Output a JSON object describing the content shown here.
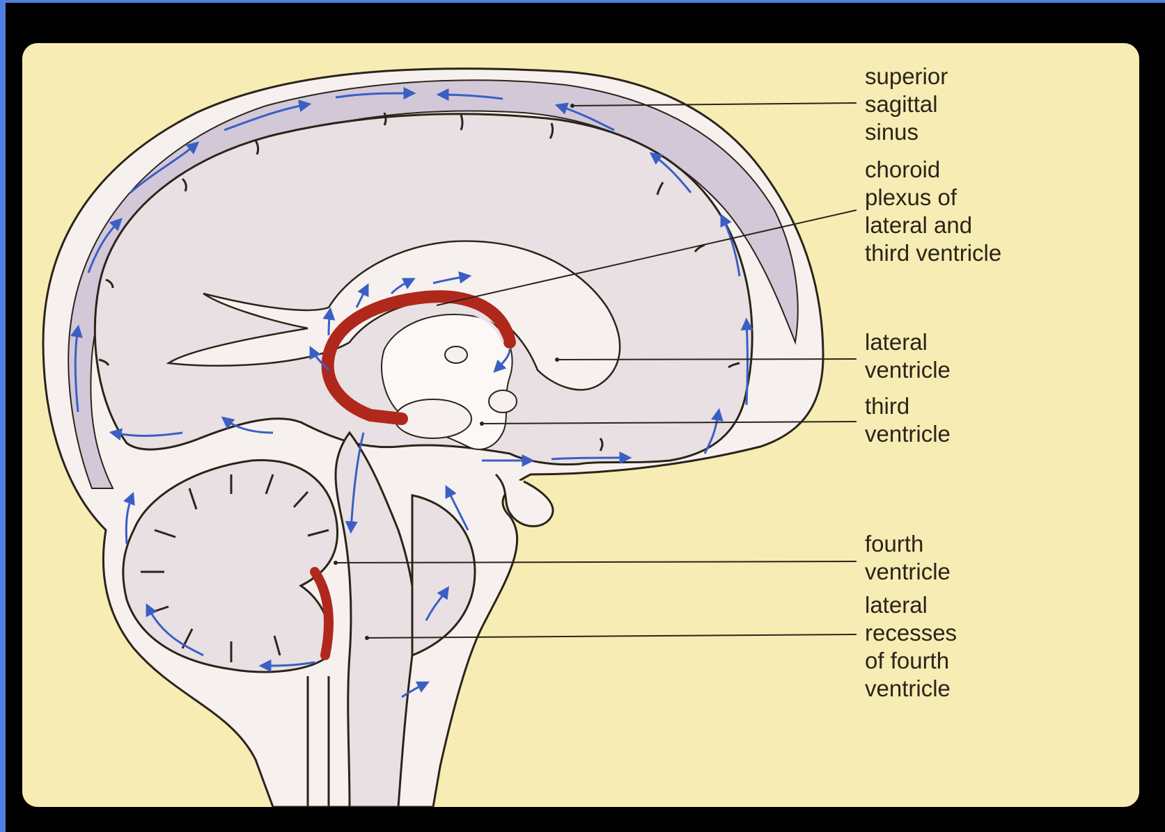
{
  "labels": {
    "superior_sagittal_sinus": [
      "superior",
      "sagittal",
      "sinus"
    ],
    "choroid_plexus": [
      "choroid",
      "plexus of",
      "lateral and",
      "third ventricle"
    ],
    "lateral_ventricle": [
      "lateral",
      "ventricle"
    ],
    "third_ventricle": [
      "third",
      "ventricle"
    ],
    "fourth_ventricle": [
      "fourth",
      "ventricle"
    ],
    "lateral_recesses": [
      "lateral",
      "recesses",
      "of fourth",
      "ventricle"
    ]
  },
  "colors": {
    "background": "#f7ecb4",
    "brain_fill": "#e9e0e4",
    "csf_space": "#f6f1ef",
    "sinus_fill": "#d2c8d8",
    "choroid_plexus": "#b0281c",
    "flow_arrows": "#3a5fc4",
    "outline": "#2b2419"
  }
}
